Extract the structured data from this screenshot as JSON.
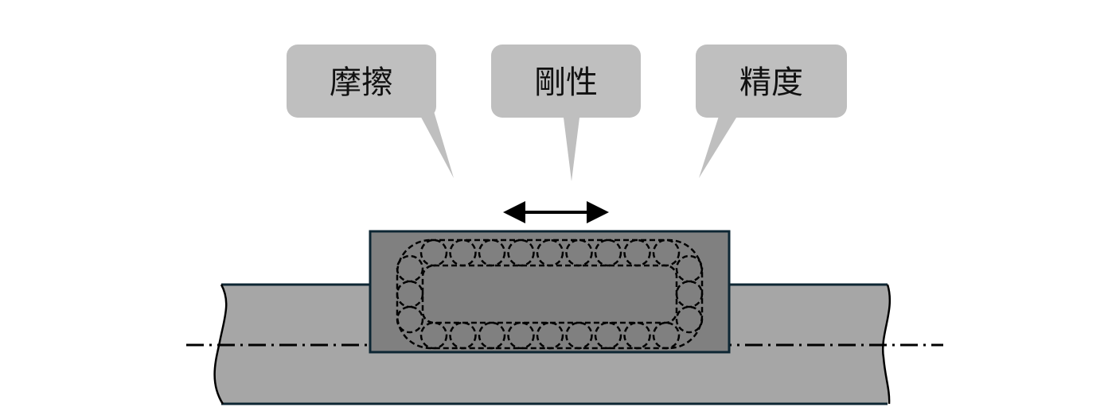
{
  "diagram": {
    "callouts": [
      {
        "id": "friction",
        "label": "摩擦"
      },
      {
        "id": "rigidity",
        "label": "剛性"
      },
      {
        "id": "accuracy",
        "label": "精度"
      }
    ],
    "motion_arrow": "bidirectional",
    "components": [
      "rail-shaft",
      "slider-block",
      "recirculating-balls",
      "center-axis-line"
    ]
  },
  "colors": {
    "callout_fill": "#bfbfbf",
    "shaft_fill": "#a6a6a6",
    "block_fill": "#808080",
    "outline": "#0d2633",
    "ink": "#000000"
  }
}
